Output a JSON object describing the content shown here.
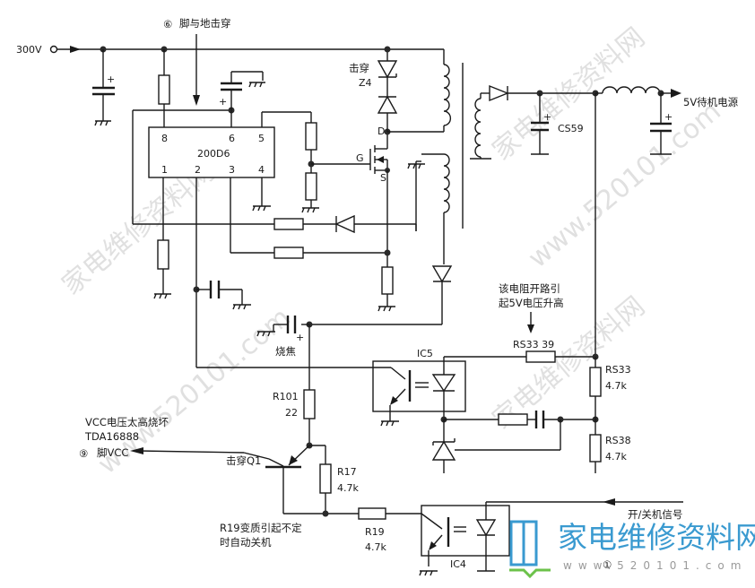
{
  "diagram": {
    "figure_number": "①",
    "input": {
      "label": "300V"
    },
    "ic_main": {
      "name": "200D6",
      "pins_top": [
        "8",
        "6",
        "5"
      ],
      "pins_bottom": [
        "1",
        "2",
        "3",
        "4"
      ]
    },
    "mosfet": {
      "gate": "G",
      "drain": "D",
      "source": "S"
    },
    "zener_label": "Z4",
    "cap_cs59": "CS59",
    "output_label": "5V待机电源",
    "ic5_label": "IC5",
    "ic4_label": "IC4",
    "resistors": {
      "rs33_39": "RS33  39",
      "rs33": {
        "name": "RS33",
        "value": "4.7k"
      },
      "rs38": {
        "name": "RS38",
        "value": "4.7k"
      },
      "r101": {
        "name": "R101",
        "value": "22"
      },
      "r17": {
        "name": "R17",
        "value": "4.7k"
      },
      "r19": {
        "name": "R19",
        "value": "4.7k"
      }
    },
    "transistor_label": "击穿Q1",
    "vcc_out": {
      "line1": "VCC电压太高烧坏",
      "line2": "TDA16888",
      "pin_circle": "⑨",
      "pin_text": "脚VCC"
    },
    "signal_input": "开/关机信号",
    "annotations": {
      "pin6_short": {
        "circle": "⑥",
        "text": "脚与地击穿"
      },
      "zener_breakdown": "击穿",
      "burnt_cap": "烧焦",
      "rs33_open_line1": "该电阻开路引",
      "rs33_open_line2": "起5V电压升高",
      "r19_degraded_line1": "R19变质引起不定",
      "r19_degraded_line2": "时自动关机"
    },
    "watermark": {
      "logo_text": "家电维修资料网",
      "url": "www.520101.com",
      "diag_cn": "家电维修资料网",
      "diag_url": "www.520101.com"
    }
  }
}
